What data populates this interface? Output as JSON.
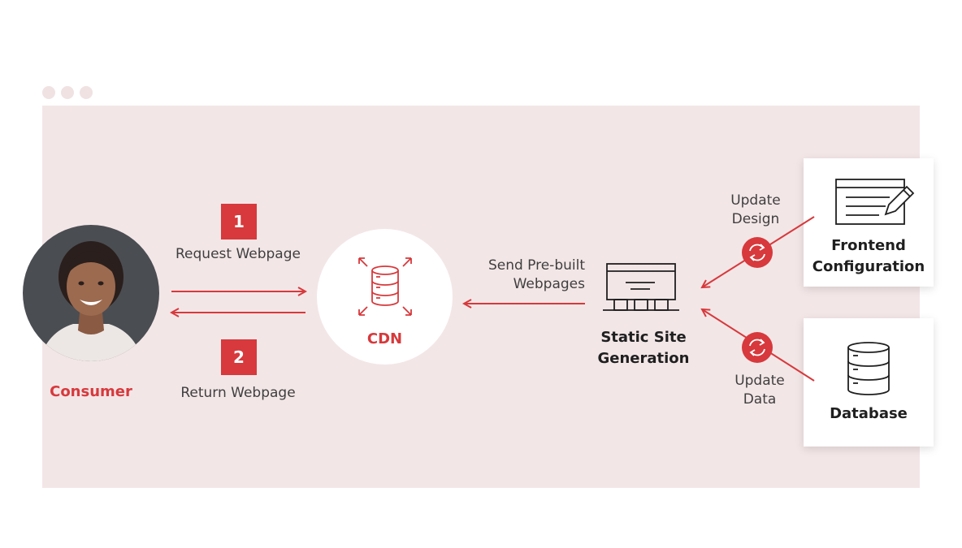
{
  "colors": {
    "accent": "#d7393c",
    "panel": "#f3e6e7",
    "dark": "#1f1f1f"
  },
  "nodes": {
    "consumer": {
      "label": "Consumer"
    },
    "cdn": {
      "label": "CDN",
      "icon": "database-expand-icon"
    },
    "ssg": {
      "line1": "Static Site",
      "line2": "Generation",
      "icon": "storefront-icon"
    },
    "frontend": {
      "line1": "Frontend",
      "line2": "Configuration",
      "icon": "browser-edit-icon"
    },
    "database": {
      "label": "Database",
      "icon": "database-icon"
    }
  },
  "steps": [
    {
      "number": "1",
      "label": "Request Webpage"
    },
    {
      "number": "2",
      "label": "Return Webpage"
    }
  ],
  "edges": {
    "send": {
      "line1": "Send Pre-built",
      "line2": "Webpages"
    },
    "update_design": {
      "line1": "Update",
      "line2": "Design",
      "icon": "sync-icon"
    },
    "update_data": {
      "line1": "Update",
      "line2": "Data",
      "icon": "sync-icon"
    }
  }
}
